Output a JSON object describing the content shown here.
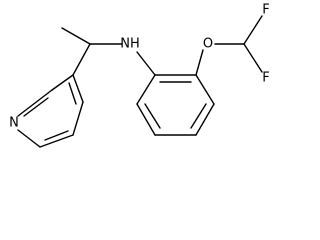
{
  "structure": {
    "atoms": {
      "nh": "NH",
      "o": "O",
      "f_top": "F",
      "f_bottom": "F",
      "n_pyridine": "N"
    },
    "colors": {
      "bond": "#000000",
      "label": "#000000",
      "background": "#ffffff"
    }
  }
}
